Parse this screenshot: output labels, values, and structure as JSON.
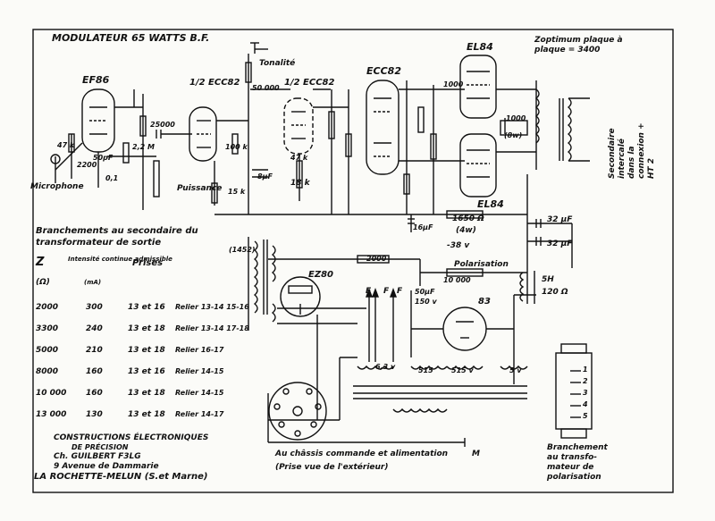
{
  "title": "MODULATEUR 65 WATTS B.F.",
  "tubes": {
    "ef86": "EF86",
    "ecc82_a": "1/2 ECC82",
    "ecc82_b": "1/2 ECC82",
    "ecc82": "ECC82",
    "el84_top": "EL84",
    "el84_bottom": "EL84",
    "ez80": "EZ80",
    "t83": "83"
  },
  "labels": {
    "tonalite": "Tonalité",
    "puissance": "Puissance",
    "microphone": "Microphone",
    "polarisation": "Polarisation",
    "neg38": "-38 v",
    "choke": "5H",
    "choke_r": "120 Ω",
    "zoptimum": "Zoptimum plaque à plaque = 3400",
    "secondaire": "Secondaire intercalé dans la connexion + HT 2",
    "r1650": "1650 Ω",
    "r1650w": "(4w)",
    "c16": "16µF",
    "c32a": "32 µF",
    "c32b": "32 µF",
    "f1": "F",
    "f2": "F",
    "f3": "F",
    "v63": "6,3 v",
    "v515a": "515",
    "v515b": "515 v",
    "v5": "5 v",
    "chassis": "Au châssis commande et alimentation",
    "prise": "(Prise vue de l'extérieur)",
    "m": "M",
    "branchement_polar": "Branchement au transfo-mateur de polarisation",
    "sec_title": "Branchements au secondaire du transformateur de sortie",
    "r1452": "(1452)"
  },
  "values": {
    "c47k": "47 k",
    "r2200": "2200",
    "c50pf": "50pF",
    "c01": "0,1",
    "r22k": "2,2 M",
    "r100k": "100 k",
    "r25000": "25000",
    "r50000": "50 000",
    "r47k": "47 k",
    "r18k": "18 k",
    "r1000": "1000",
    "r2000": "2000",
    "r10000": "10 000",
    "c50f": "50µF",
    "c150": "150 v",
    "r15k": "15 k",
    "c8": "8µF",
    "r8w": "(8w)",
    "r1000b": "1000"
  },
  "table": {
    "headers": [
      "Z",
      "Intensité continue admissible",
      "Prises",
      ""
    ],
    "units": [
      "(Ω)",
      "(mA)",
      "",
      ""
    ],
    "rows": [
      [
        "2000",
        "300",
        "13 et 16",
        "Relier 13-14 15-16"
      ],
      [
        "3300",
        "240",
        "13 et 18",
        "Relier 13-14 17-18"
      ],
      [
        "5000",
        "210",
        "13 et 18",
        "Relier 16-17"
      ],
      [
        "8000",
        "160",
        "13 et 16",
        "Relier 14-15"
      ],
      [
        "10 000",
        "160",
        "13 et 18",
        "Relier 14-15"
      ],
      [
        "13 000",
        "130",
        "13 et 18",
        "Relier 14-17"
      ]
    ]
  },
  "footer": {
    "line1": "CONSTRUCTIONS ÉLECTRONIQUES",
    "line2": "DE PRÉCISION",
    "line3": "Ch. GUILBERT  F3LG",
    "line4": "9 Avenue de Dammarie",
    "line5": "LA ROCHETTE-MELUN  (S.et Marne)"
  },
  "connector_pins": [
    "1",
    "2",
    "3",
    "4",
    "5"
  ]
}
